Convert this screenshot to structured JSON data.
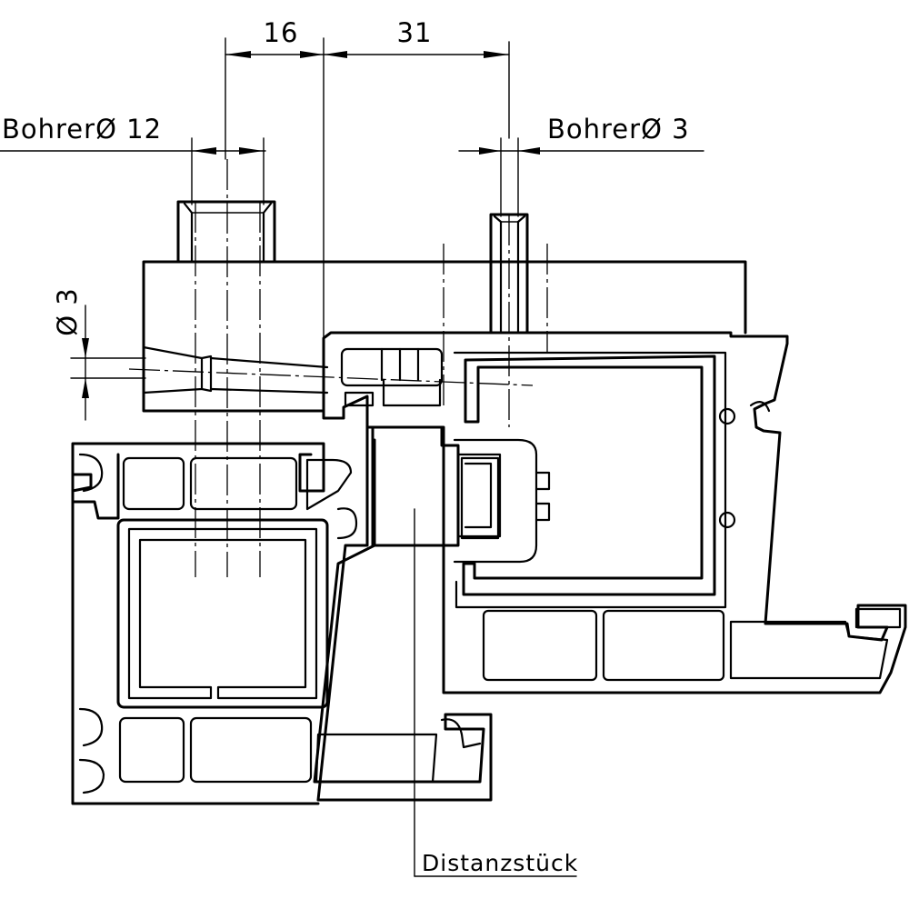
{
  "labels": {
    "dim_16": "16",
    "dim_31": "31",
    "drill_12": "BohrerØ 12",
    "drill_3": "BohrerØ 3",
    "dia_3": "Ø 3",
    "spacer": "Distanzstück"
  }
}
